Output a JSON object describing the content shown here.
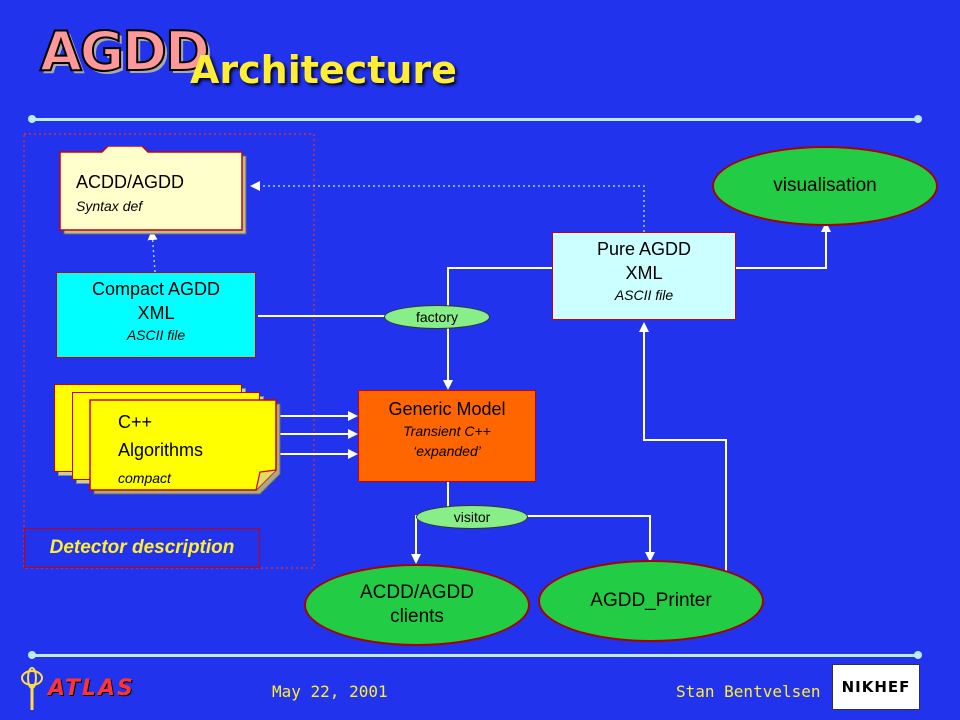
{
  "header": {
    "logo_text": "AGDD",
    "title": "Architecture"
  },
  "nodes": {
    "syntax": {
      "line1": "ACDD/AGDD",
      "line2": "Syntax def"
    },
    "compact": {
      "line1": "Compact AGDD",
      "line2": "XML",
      "line3": "ASCII file"
    },
    "algorithms": {
      "line1": "C++",
      "line2": "Algorithms",
      "line3": "compact"
    },
    "detector": {
      "label": "Detector description"
    },
    "pure": {
      "line1": "Pure AGDD",
      "line2": "XML",
      "line3": "ASCII file"
    },
    "visualisation": {
      "label": "visualisation"
    },
    "generic": {
      "line1": "Generic Model",
      "line2": "Transient C++",
      "line3": "‘expanded’"
    },
    "factory": {
      "label": "factory"
    },
    "visitor": {
      "label": "visitor"
    },
    "clients": {
      "line1": "ACDD/AGDD",
      "line2": "clients"
    },
    "printer": {
      "label": "AGDD_Printer"
    }
  },
  "footer": {
    "atlas_logo": "ATLAS",
    "date": "May 22, 2001",
    "author": "Stan Bentvelsen",
    "nikhef_logo": "NIKHEF"
  },
  "colors": {
    "background": "#2233ee",
    "title": "#ffee33",
    "cyan_box": "#00ffff",
    "yellow_box": "#ffff00",
    "doc_box": "#ffffcc",
    "orange_box": "#ff6600",
    "light_cyan_box": "#ccffff",
    "ellipse": "#22cc44",
    "border_red": "#cc0000"
  }
}
